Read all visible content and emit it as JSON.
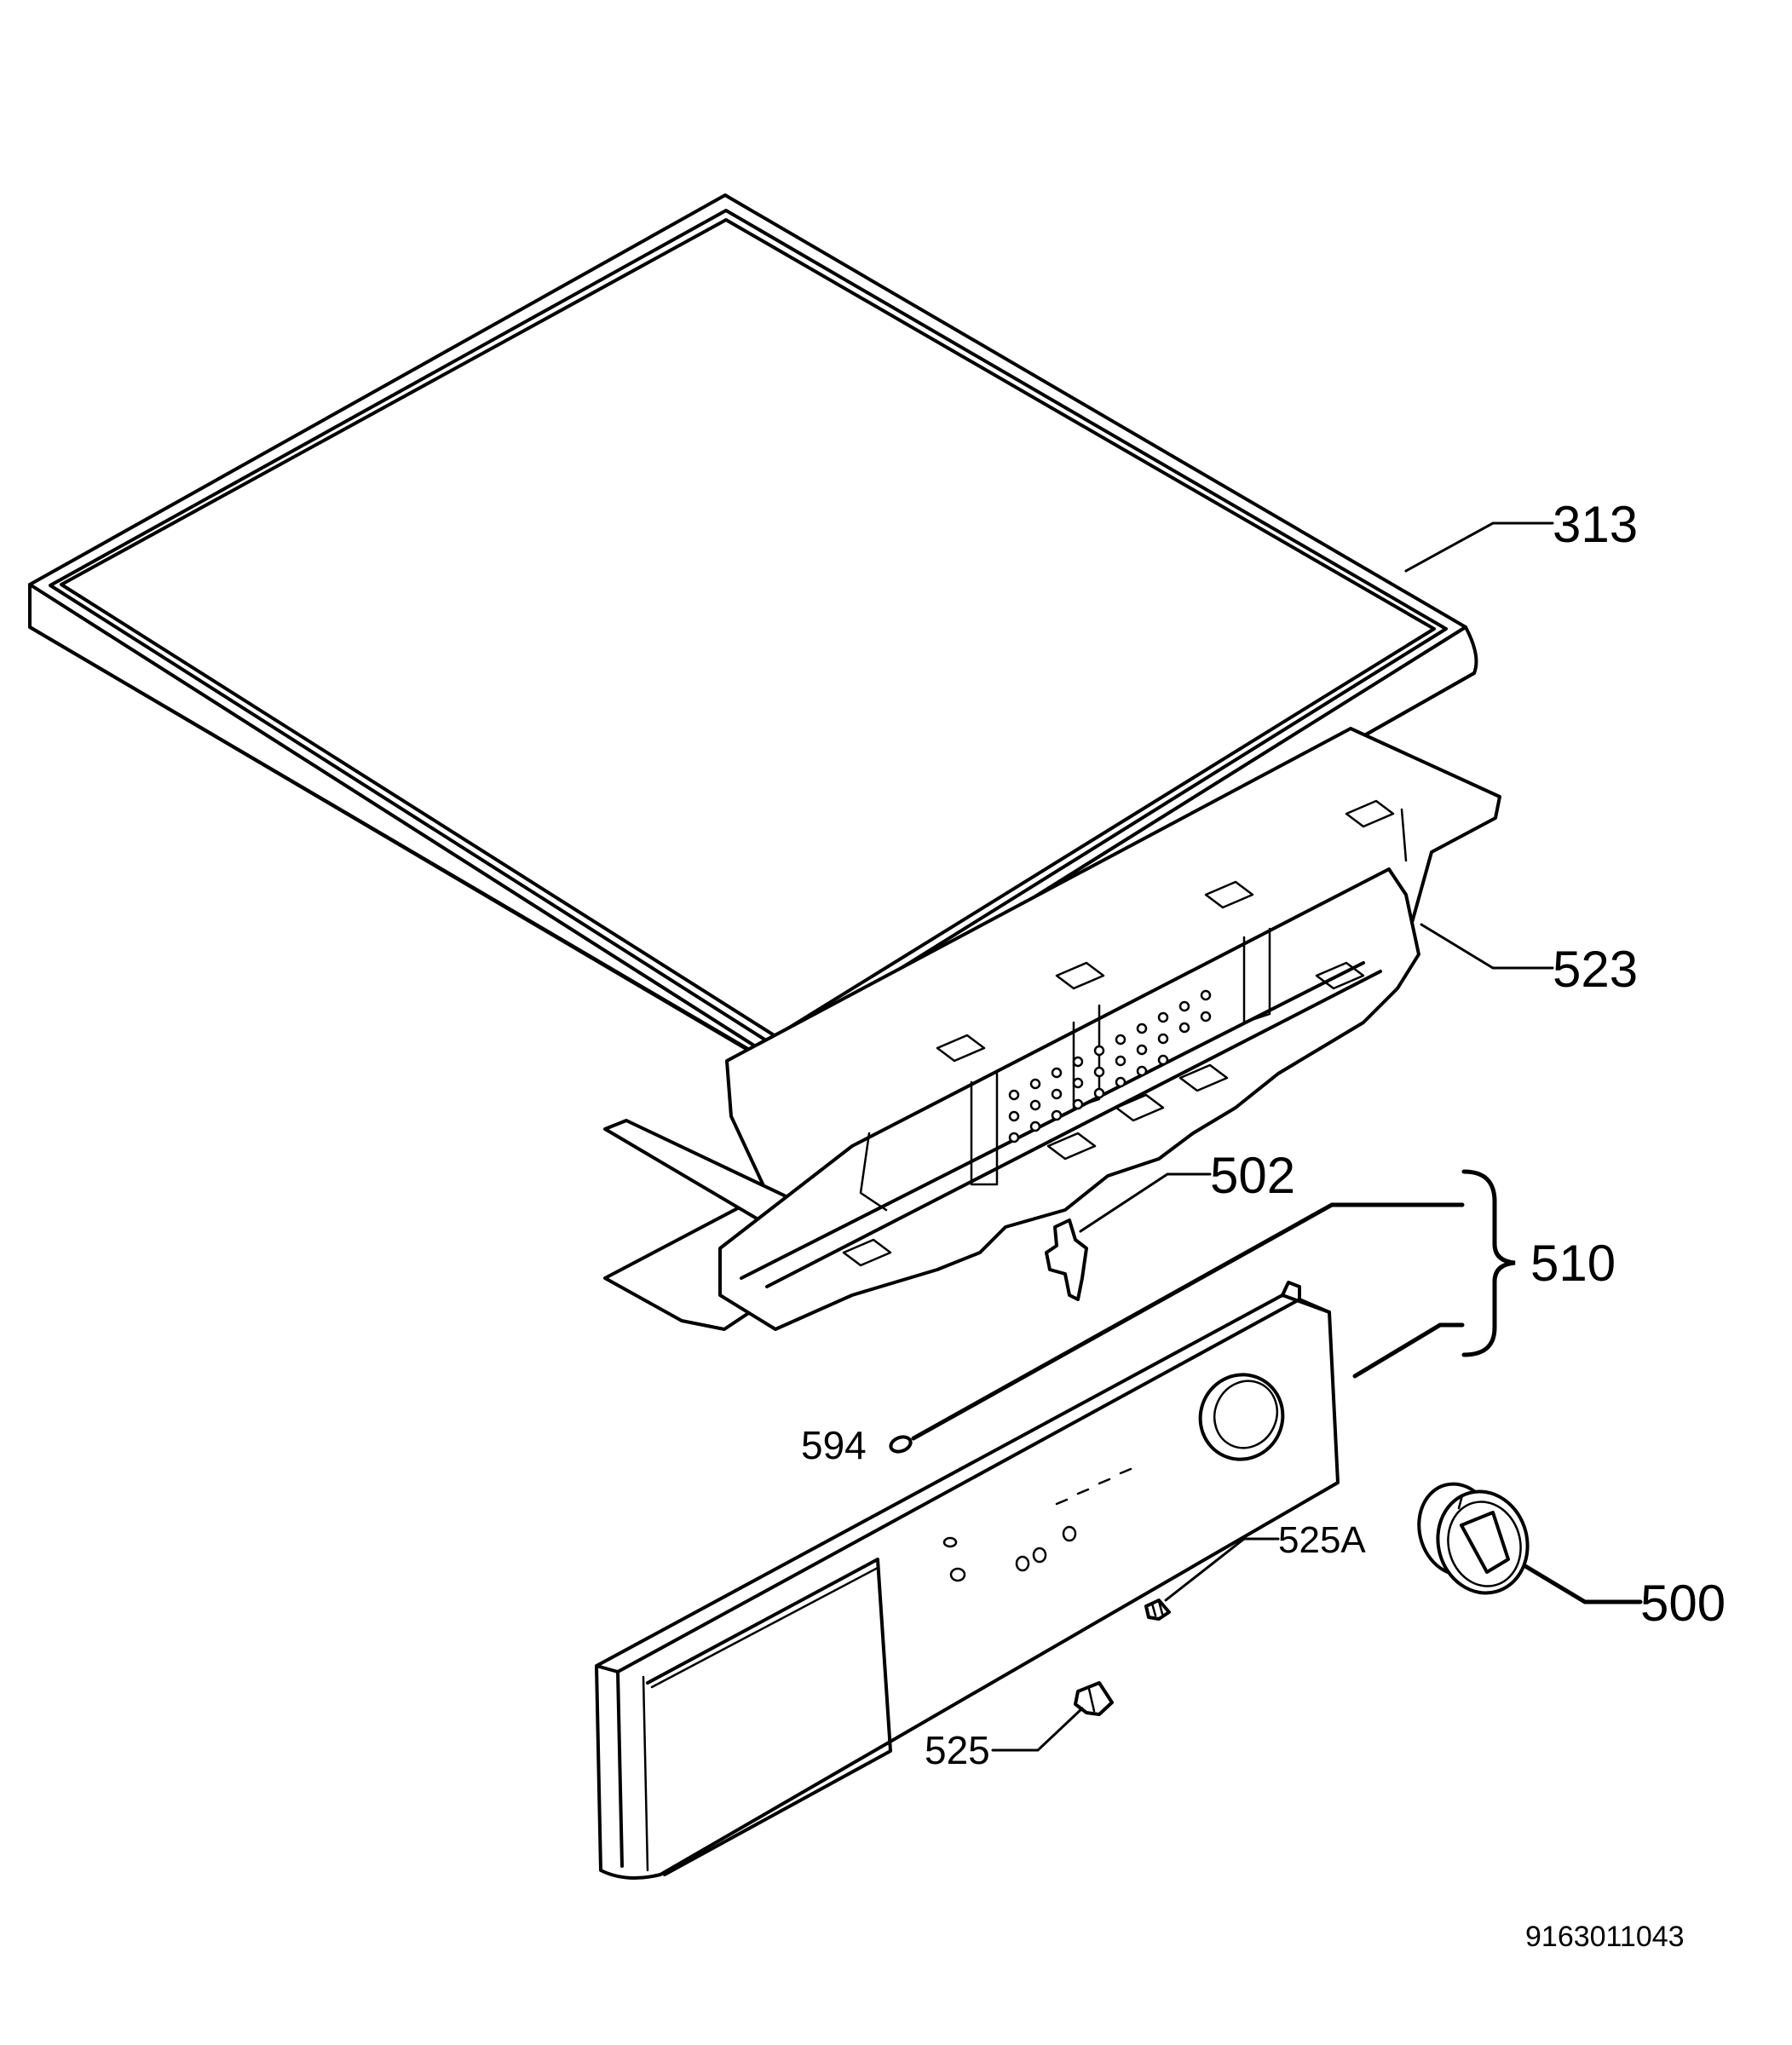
{
  "callouts": {
    "c313": "313",
    "c523": "523",
    "c502": "502",
    "c510": "510",
    "c594": "594",
    "c525a": "525A",
    "c500": "500",
    "c525": "525"
  },
  "drawing_number": "9163011043"
}
